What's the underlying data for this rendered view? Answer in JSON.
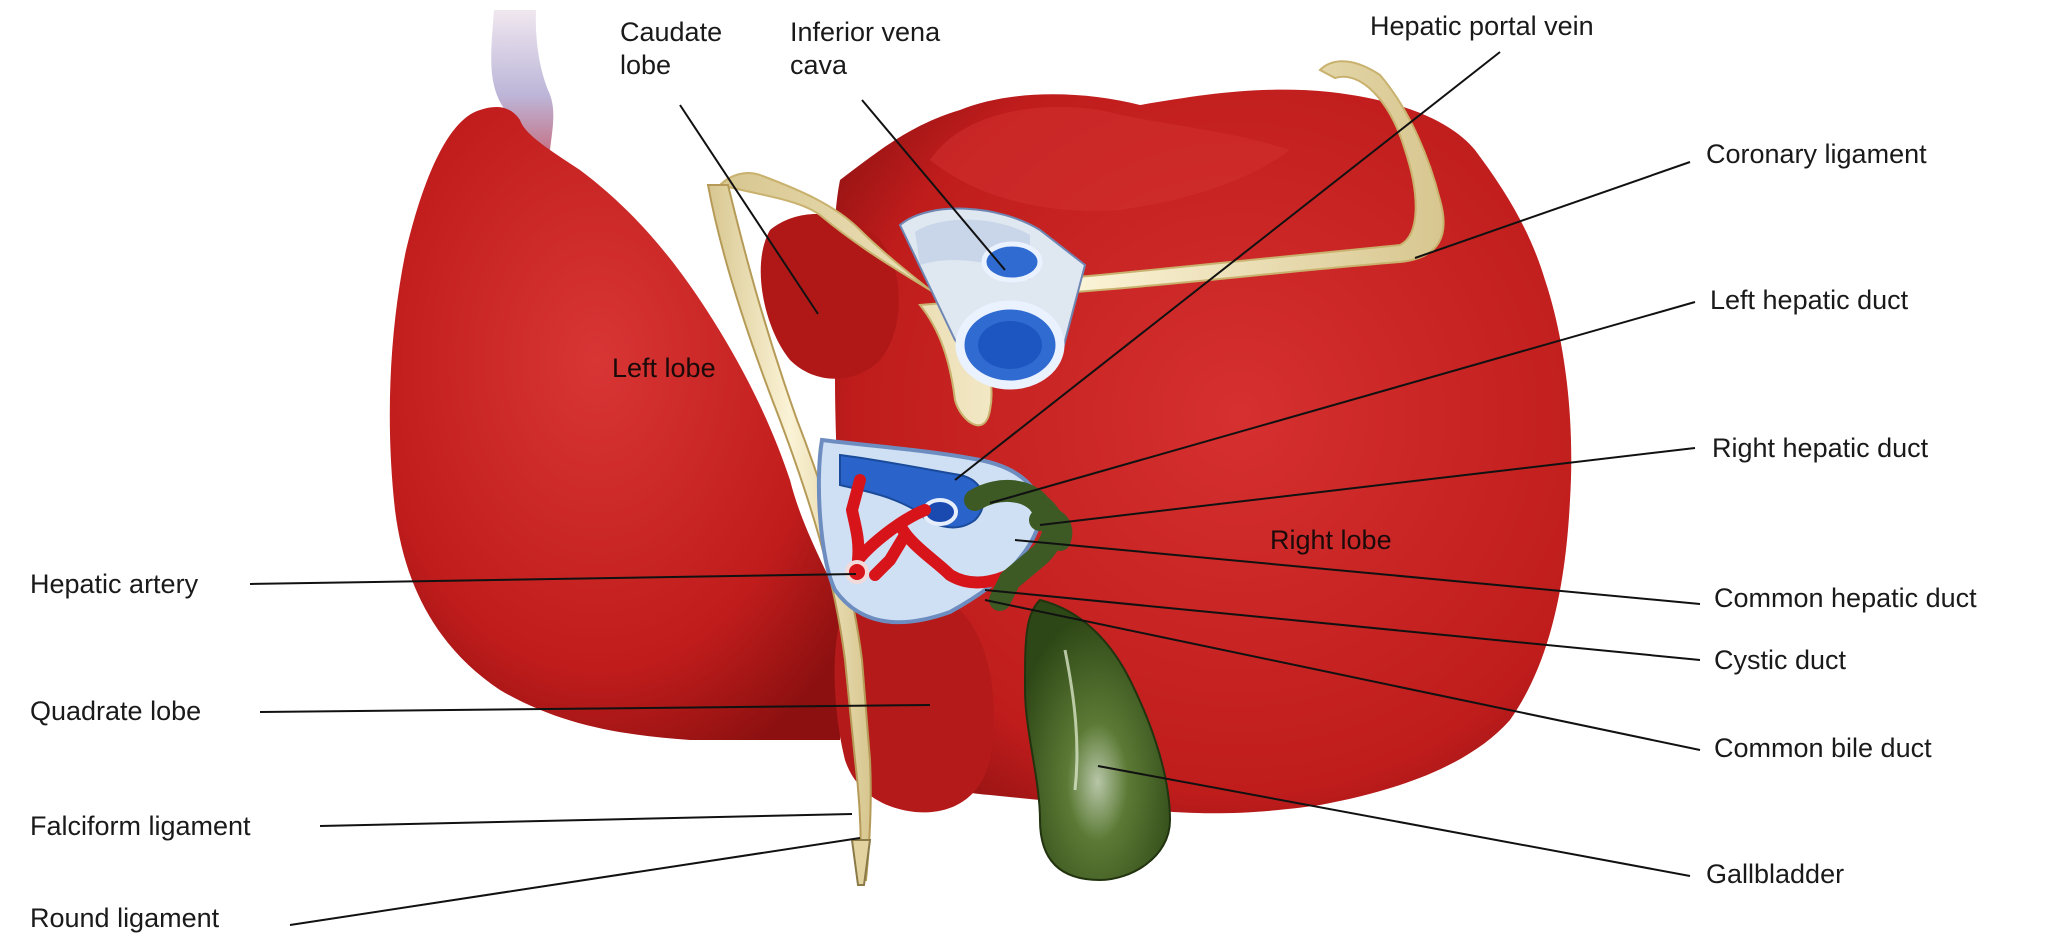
{
  "labels": {
    "caudate_lobe": "Caudate\nlobe",
    "inferior_vena_cava": "Inferior vena\ncava",
    "hepatic_portal_vein": "Hepatic portal vein",
    "coronary_ligament": "Coronary ligament",
    "left_hepatic_duct": "Left hepatic duct",
    "right_hepatic_duct": "Right hepatic duct",
    "common_hepatic_duct": "Common hepatic duct",
    "cystic_duct": "Cystic duct",
    "common_bile_duct": "Common bile duct",
    "gallbladder": "Gallbladder",
    "hepatic_artery": "Hepatic artery",
    "quadrate_lobe": "Quadrate lobe",
    "falciform_ligament": "Falciform ligament",
    "round_ligament": "Round ligament",
    "left_lobe": "Left lobe",
    "right_lobe": "Right lobe"
  },
  "colors": {
    "liver": "#c41f1f",
    "liver_dark": "#8e1212",
    "ligament": "#efe3b8",
    "vein_blue": "#2a63c9",
    "gallbladder": "#3c5a1f",
    "artery": "#d61818",
    "leader_line": "#111111"
  }
}
